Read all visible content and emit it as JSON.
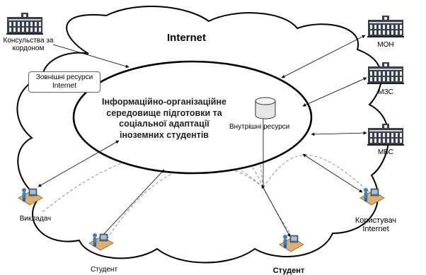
{
  "diagram": {
    "cloud_label": "Internet",
    "core_text": [
      "Інформаційно-організаційне",
      "середовище підготовки та",
      "соціальної адаптації",
      "іноземних студентів"
    ],
    "external_resources": [
      "Зовнішні ресурси",
      "Internet"
    ],
    "internal_resources": "Внутрішні ресурси",
    "consulates": [
      "Консульства за",
      "кордоном"
    ],
    "mon": "МОН",
    "mzs": "МЗС",
    "mvs": "МВС",
    "teacher": "Викладач",
    "student_left": "Студент",
    "student_center": "Студент",
    "internet_user": [
      "Користувач",
      "Internet"
    ],
    "icons": [
      "building-icon",
      "database-icon",
      "workstation-user-icon"
    ],
    "colors": {
      "outline": "#000000",
      "building_dark": "#3a3f4a",
      "desk": "#d9b070",
      "person": "#3d7fbf"
    }
  }
}
